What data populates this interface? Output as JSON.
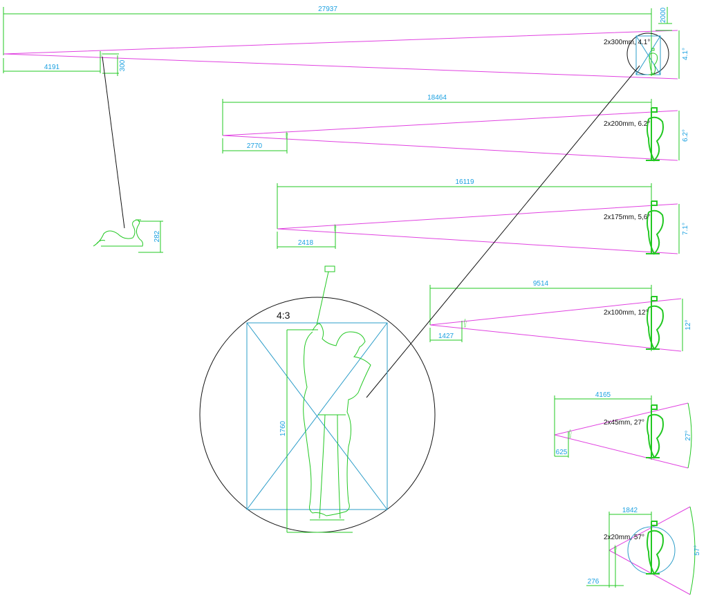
{
  "colors": {
    "dimension": "#1aa0e0",
    "guide": "#e040e0",
    "figure": "#22c822",
    "frame": "#2a9cc8",
    "line": "#111111"
  },
  "views": [
    {
      "label": "2x300mm, 4.1°",
      "distance": "27937",
      "near": "4191",
      "angle": "4.1°"
    },
    {
      "label": "2x200mm, 6.2°",
      "distance": "18464",
      "near": "2770",
      "angle": "6.2°"
    },
    {
      "label": "2x175mm, 5,6°",
      "distance": "16119",
      "near": "2418",
      "angle": "7.1°"
    },
    {
      "label": "2x100mm, 12°",
      "distance": "9514",
      "near": "1427",
      "angle": "12°"
    },
    {
      "label": "2x45mm, 27°",
      "distance": "4165",
      "near": "625",
      "angle": "27°"
    },
    {
      "label": "2x20mm, 57°",
      "distance": "1842",
      "near": "276",
      "angle": "57°"
    }
  ],
  "top_height_dim": "2000",
  "small_height_dim": "300",
  "swan_height_dim": "282",
  "detail": {
    "aspect": "4:3",
    "height_dim": "1760"
  }
}
